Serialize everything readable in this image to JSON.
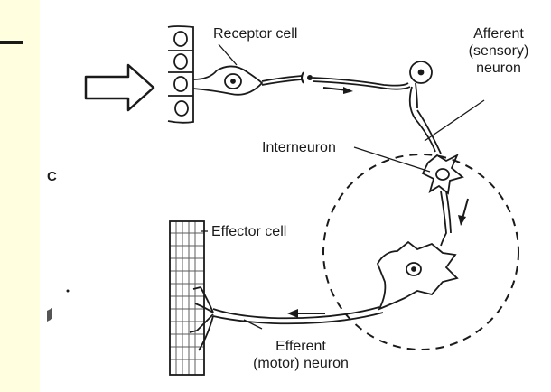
{
  "diagram": {
    "panel_letter": "C",
    "labels": {
      "receptor_cell": "Receptor cell",
      "afferent": [
        "Afferent",
        "(sensory)",
        "neuron"
      ],
      "interneuron": "Interneuron",
      "effector_cell": "Effector cell",
      "efferent": [
        "Efferent",
        "(motor) neuron"
      ]
    }
  },
  "colors": {
    "background": "#ffffe0",
    "paper": "#ffffff",
    "ink": "#1a1a1a",
    "accent_bar": "#1a1a1a"
  }
}
